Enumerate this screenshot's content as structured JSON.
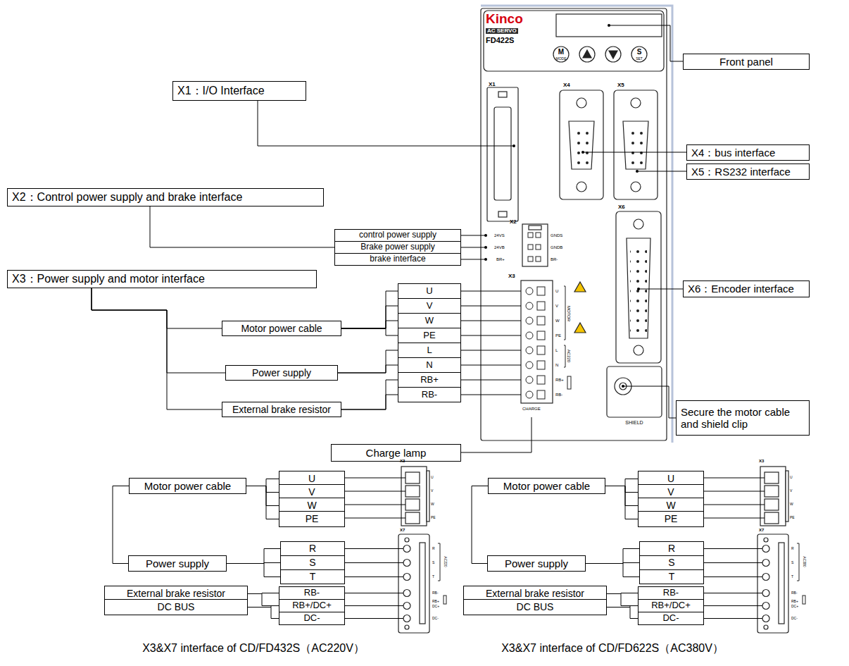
{
  "diagram": {
    "nodes": [
      {
        "text": [
          "Front panel"
        ]
      },
      {
        "text": [
          "X1：I/O Interface"
        ]
      },
      {
        "text": [
          "X4：bus interface"
        ]
      },
      {
        "text": [
          "X5：RS232 interface"
        ]
      },
      {
        "text": [
          "X2：Control power supply and brake interface"
        ]
      },
      {
        "text": [
          "control power supply"
        ]
      },
      {
        "text": [
          "Brake power supply"
        ]
      },
      {
        "text": [
          "brake interface"
        ]
      },
      {
        "text": [
          "X6：Encoder interface"
        ]
      },
      {
        "text": [
          "X3：Power supply and motor interface"
        ]
      },
      {
        "text": [
          "U"
        ]
      },
      {
        "text": [
          "V"
        ]
      },
      {
        "text": [
          "W"
        ]
      },
      {
        "text": [
          "PE"
        ]
      },
      {
        "text": [
          "L"
        ]
      },
      {
        "text": [
          "N"
        ]
      },
      {
        "text": [
          "RB+"
        ]
      },
      {
        "text": [
          "RB-"
        ]
      },
      {
        "text": [
          "Motor power cable"
        ]
      },
      {
        "text": [
          "Power supply"
        ]
      },
      {
        "text": [
          "External brake resistor"
        ]
      },
      {
        "text": [
          "Secure the motor cable and shield clip"
        ]
      },
      {
        "text": [
          "Charge lamp"
        ]
      },
      {
        "text": [
          "Motor power cable"
        ]
      },
      {
        "text": [
          "U"
        ]
      },
      {
        "text": [
          "V"
        ]
      },
      {
        "text": [
          "W"
        ]
      },
      {
        "text": [
          "PE"
        ]
      },
      {
        "text": [
          "Power supply"
        ]
      },
      {
        "text": [
          "R"
        ]
      },
      {
        "text": [
          "S"
        ]
      },
      {
        "text": [
          "T"
        ]
      },
      {
        "text": [
          "External brake resistor"
        ]
      },
      {
        "text": [
          "RB-"
        ]
      },
      {
        "text": [
          "RB+/DC+"
        ]
      },
      {
        "text": [
          "DC BUS"
        ]
      },
      {
        "text": [
          "DC-"
        ]
      },
      {
        "text": [
          "Motor power cable"
        ]
      },
      {
        "text": [
          "U"
        ]
      },
      {
        "text": [
          "V"
        ]
      },
      {
        "text": [
          "W"
        ]
      },
      {
        "text": [
          "PE"
        ]
      },
      {
        "text": [
          "Power supply"
        ]
      },
      {
        "text": [
          "R"
        ]
      },
      {
        "text": [
          "S"
        ]
      },
      {
        "text": [
          "T"
        ]
      },
      {
        "text": [
          "External brake resistor"
        ]
      },
      {
        "text": [
          "RB-"
        ]
      },
      {
        "text": [
          "RB+/DC+"
        ]
      },
      {
        "text": [
          "DC BUS"
        ]
      },
      {
        "text": [
          "DC-"
        ]
      }
    ],
    "edges": [
      {
        "from": 4,
        "to": 6,
        "arrow": "none"
      },
      {
        "from": 9,
        "to": 18,
        "arrow": "none"
      },
      {
        "from": 9,
        "to": 19,
        "arrow": "none"
      },
      {
        "from": 9,
        "to": 20,
        "arrow": "none"
      },
      {
        "from": 18,
        "to": 10,
        "arrow": "none"
      },
      {
        "from": 18,
        "to": 11,
        "arrow": "none"
      },
      {
        "from": 18,
        "to": 12,
        "arrow": "none"
      },
      {
        "from": 18,
        "to": 13,
        "arrow": "none"
      },
      {
        "from": 19,
        "to": 14,
        "arrow": "none"
      },
      {
        "from": 19,
        "to": 15,
        "arrow": "none"
      },
      {
        "from": 20,
        "to": 16,
        "arrow": "none"
      },
      {
        "from": 20,
        "to": 17,
        "arrow": "none"
      },
      {
        "from": 23,
        "to": 24,
        "arrow": "none"
      },
      {
        "from": 23,
        "to": 25,
        "arrow": "none"
      },
      {
        "from": 23,
        "to": 26,
        "arrow": "none"
      },
      {
        "from": 23,
        "to": 27,
        "arrow": "none"
      },
      {
        "from": 23,
        "to": 28,
        "arrow": "none"
      },
      {
        "from": 28,
        "to": 29,
        "arrow": "none"
      },
      {
        "from": 28,
        "to": 30,
        "arrow": "none"
      },
      {
        "from": 28,
        "to": 31,
        "arrow": "none"
      },
      {
        "from": 32,
        "to": 33,
        "arrow": "none"
      },
      {
        "from": 32,
        "to": 34,
        "arrow": "none"
      },
      {
        "from": 35,
        "to": 34,
        "arrow": "none"
      },
      {
        "from": 35,
        "to": 36,
        "arrow": "none"
      },
      {
        "from": 37,
        "to": 38,
        "arrow": "none"
      },
      {
        "from": 37,
        "to": 39,
        "arrow": "none"
      },
      {
        "from": 37,
        "to": 40,
        "arrow": "none"
      },
      {
        "from": 37,
        "to": 41,
        "arrow": "none"
      },
      {
        "from": 37,
        "to": 42,
        "arrow": "none"
      },
      {
        "from": 42,
        "to": 43,
        "arrow": "none"
      },
      {
        "from": 42,
        "to": 44,
        "arrow": "none"
      },
      {
        "from": 42,
        "to": 45,
        "arrow": "none"
      },
      {
        "from": 46,
        "to": 47,
        "arrow": "none"
      },
      {
        "from": 46,
        "to": 48,
        "arrow": "none"
      },
      {
        "from": 49,
        "to": 48,
        "arrow": "none"
      },
      {
        "from": 49,
        "to": 50,
        "arrow": "none"
      }
    ],
    "labels": [
      "Kinco",
      "AC SERVO",
      "FD422S",
      "M",
      "MODE",
      "S",
      "SET",
      "X1",
      "X4",
      "X5",
      "X6",
      "X2",
      "24VS",
      "24VB",
      "BR+",
      "GNDS",
      "GNDB",
      "BR-",
      "X3",
      "U",
      "V",
      "W",
      "PE",
      "L",
      "N",
      "RB+",
      "RB-",
      "MOTOR",
      "AC220",
      "CHARGE",
      "SHIELD",
      "X3",
      "U",
      "V",
      "W",
      "PE",
      "X7",
      "R",
      "S",
      "T",
      "AC220",
      "RB-",
      "RB+",
      "DC+",
      "DC-",
      "X3&X7 interface of CD/FD432S（AC220V）",
      "X3",
      "U",
      "V",
      "W",
      "PE",
      "X7",
      "R",
      "S",
      "T",
      "AC380",
      "RB-",
      "RB+",
      "DC+",
      "DC-",
      "X3&X7 interface of CD/FD622S（AC380V）"
    ]
  }
}
